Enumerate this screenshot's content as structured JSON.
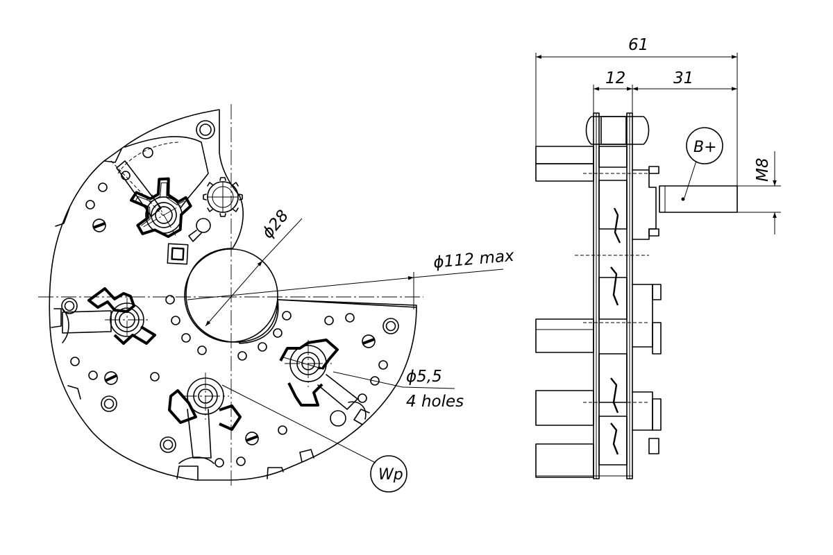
{
  "front_view": {
    "dimensions": {
      "bore_diameter": "ϕ28",
      "outer_diameter": "ϕ112 max",
      "hole_diameter": "ϕ5,5",
      "hole_count": "4 holes"
    },
    "callout": "Wp"
  },
  "side_view": {
    "dimensions": {
      "overall_width": "61",
      "plate_spacing": "12",
      "terminal_length": "31",
      "thread": "M8"
    },
    "callout": "B+"
  }
}
